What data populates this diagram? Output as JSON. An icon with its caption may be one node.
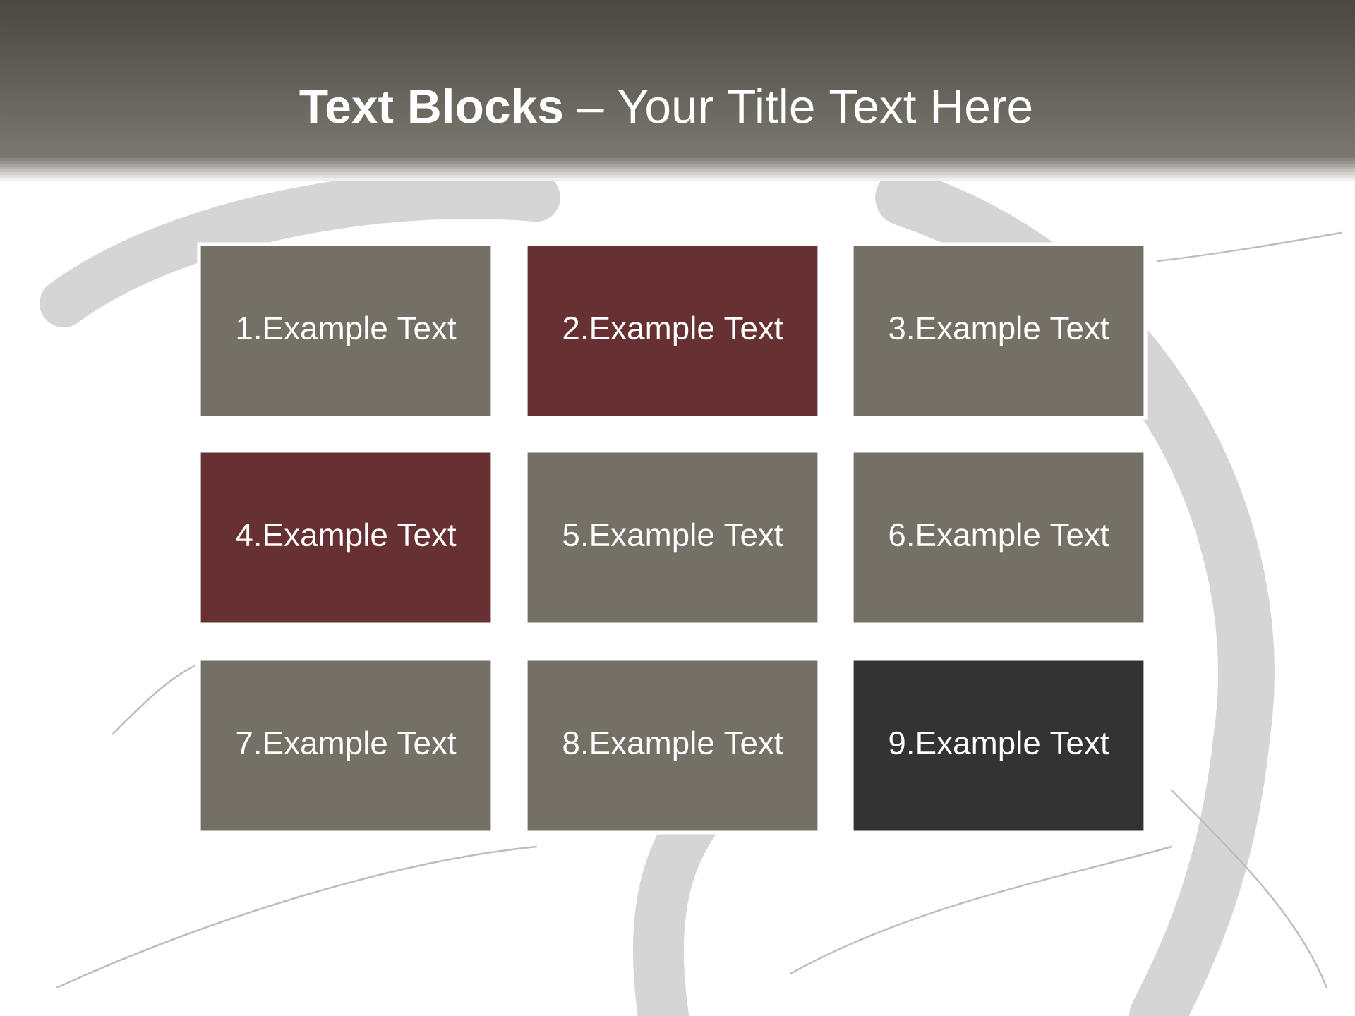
{
  "diagram": {
    "title": "**Text Blocks** – Your Title Text Here",
    "nodes": [
      {
        "text": [
          "1.Example Text"
        ]
      },
      {
        "text": [
          "2.Example Text"
        ]
      },
      {
        "text": [
          "3.Example Text"
        ]
      },
      {
        "text": [
          "4.Example Text"
        ]
      },
      {
        "text": [
          "5.Example Text"
        ]
      },
      {
        "text": [
          "6.Example Text"
        ]
      },
      {
        "text": [
          "7.Example Text"
        ]
      },
      {
        "text": [
          "8.Example Text"
        ]
      },
      {
        "text": [
          "9.Example Text"
        ]
      }
    ]
  }
}
